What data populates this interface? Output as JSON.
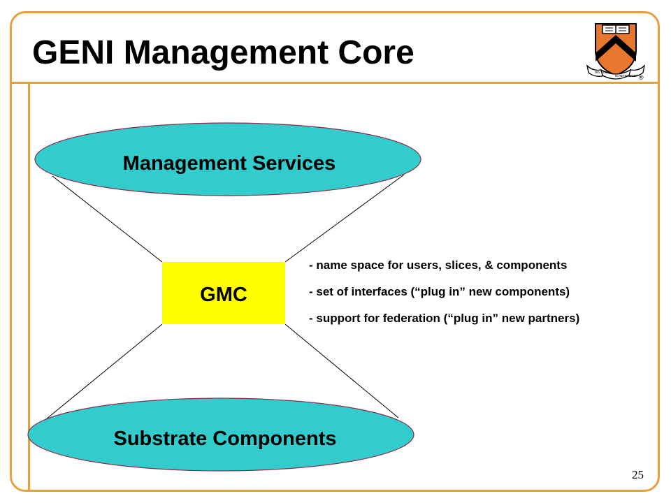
{
  "slide": {
    "title": "GENI Management Core",
    "page_number": "25"
  },
  "diagram": {
    "top_node": "Management Services",
    "center_node": "GMC",
    "bottom_node": "Substrate Components",
    "bullets": [
      "name space for users, slices, & components",
      "set of interfaces (“plug in” new components)",
      "support for federation (“plug in” new partners)"
    ]
  },
  "logo": {
    "icon": "princeton-shield-icon",
    "motto_left": "DEI SUB",
    "motto_right": "NUMINE VIGET",
    "registered_mark": "®"
  },
  "colors": {
    "frame": "#e89f3c",
    "ellipse_fill": "#33cccc",
    "ellipse_stroke": "#8b2c4a",
    "center_fill": "#ffff00",
    "shield_orange": "#e8772e"
  }
}
